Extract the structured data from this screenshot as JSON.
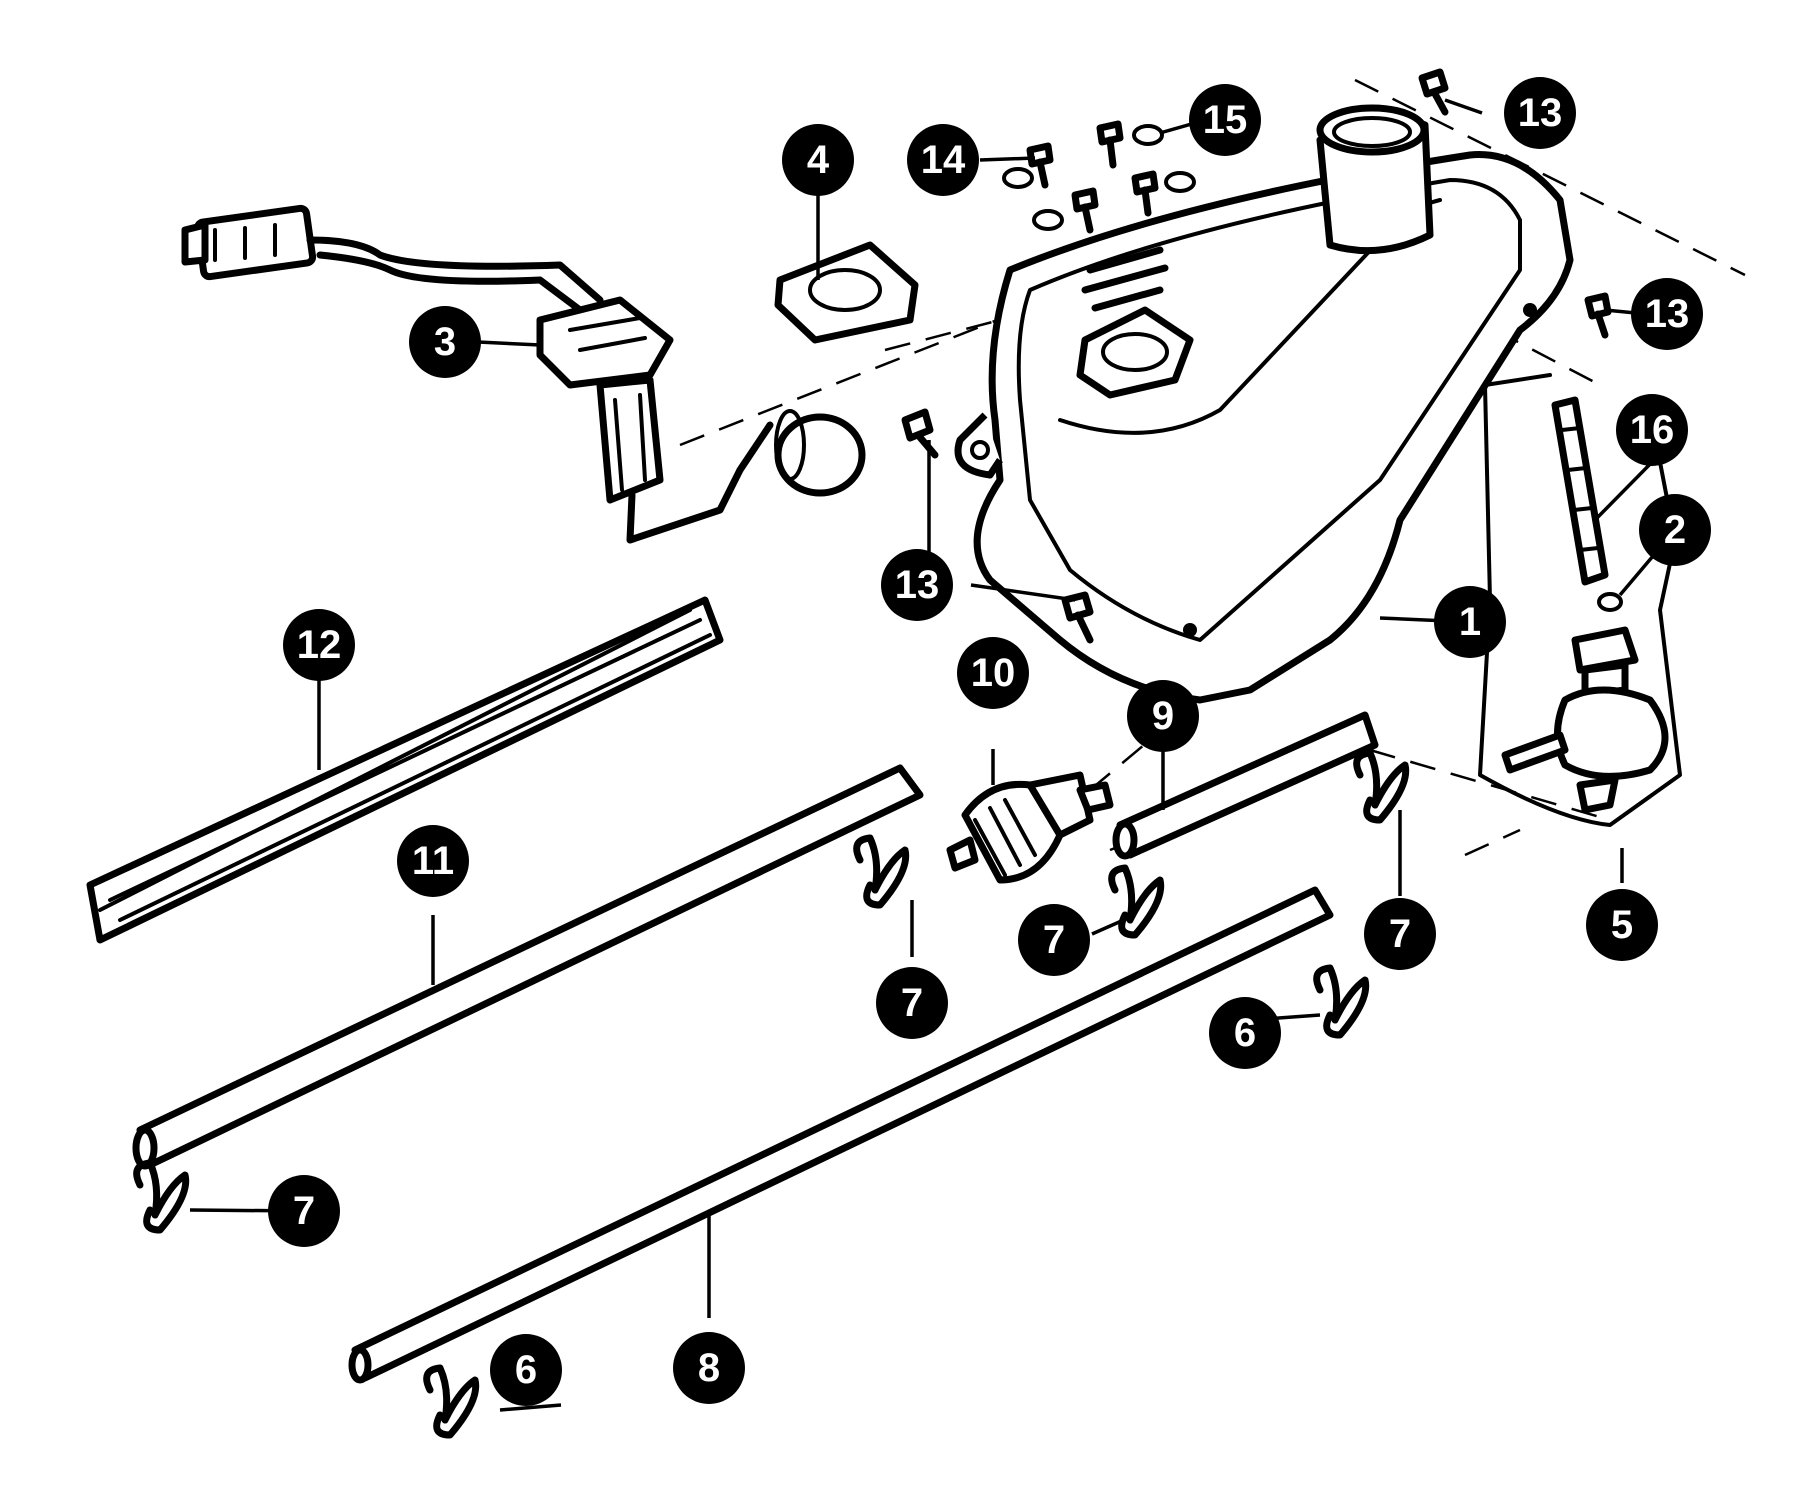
{
  "diagram": {
    "callouts": [
      {
        "id": "c1",
        "label": "1"
      },
      {
        "id": "c2",
        "label": "2"
      },
      {
        "id": "c3",
        "label": "3"
      },
      {
        "id": "c4",
        "label": "4"
      },
      {
        "id": "c5",
        "label": "5"
      },
      {
        "id": "c6a",
        "label": "6"
      },
      {
        "id": "c6b",
        "label": "6"
      },
      {
        "id": "c7a",
        "label": "7"
      },
      {
        "id": "c7b",
        "label": "7"
      },
      {
        "id": "c7c",
        "label": "7"
      },
      {
        "id": "c7d",
        "label": "7"
      },
      {
        "id": "c8",
        "label": "8"
      },
      {
        "id": "c9",
        "label": "9"
      },
      {
        "id": "c10",
        "label": "10"
      },
      {
        "id": "c11",
        "label": "11"
      },
      {
        "id": "c12",
        "label": "12"
      },
      {
        "id": "c13a",
        "label": "13"
      },
      {
        "id": "c13b",
        "label": "13"
      },
      {
        "id": "c13c",
        "label": "13"
      },
      {
        "id": "c14",
        "label": "14"
      },
      {
        "id": "c15",
        "label": "15"
      },
      {
        "id": "c16",
        "label": "16"
      }
    ]
  }
}
